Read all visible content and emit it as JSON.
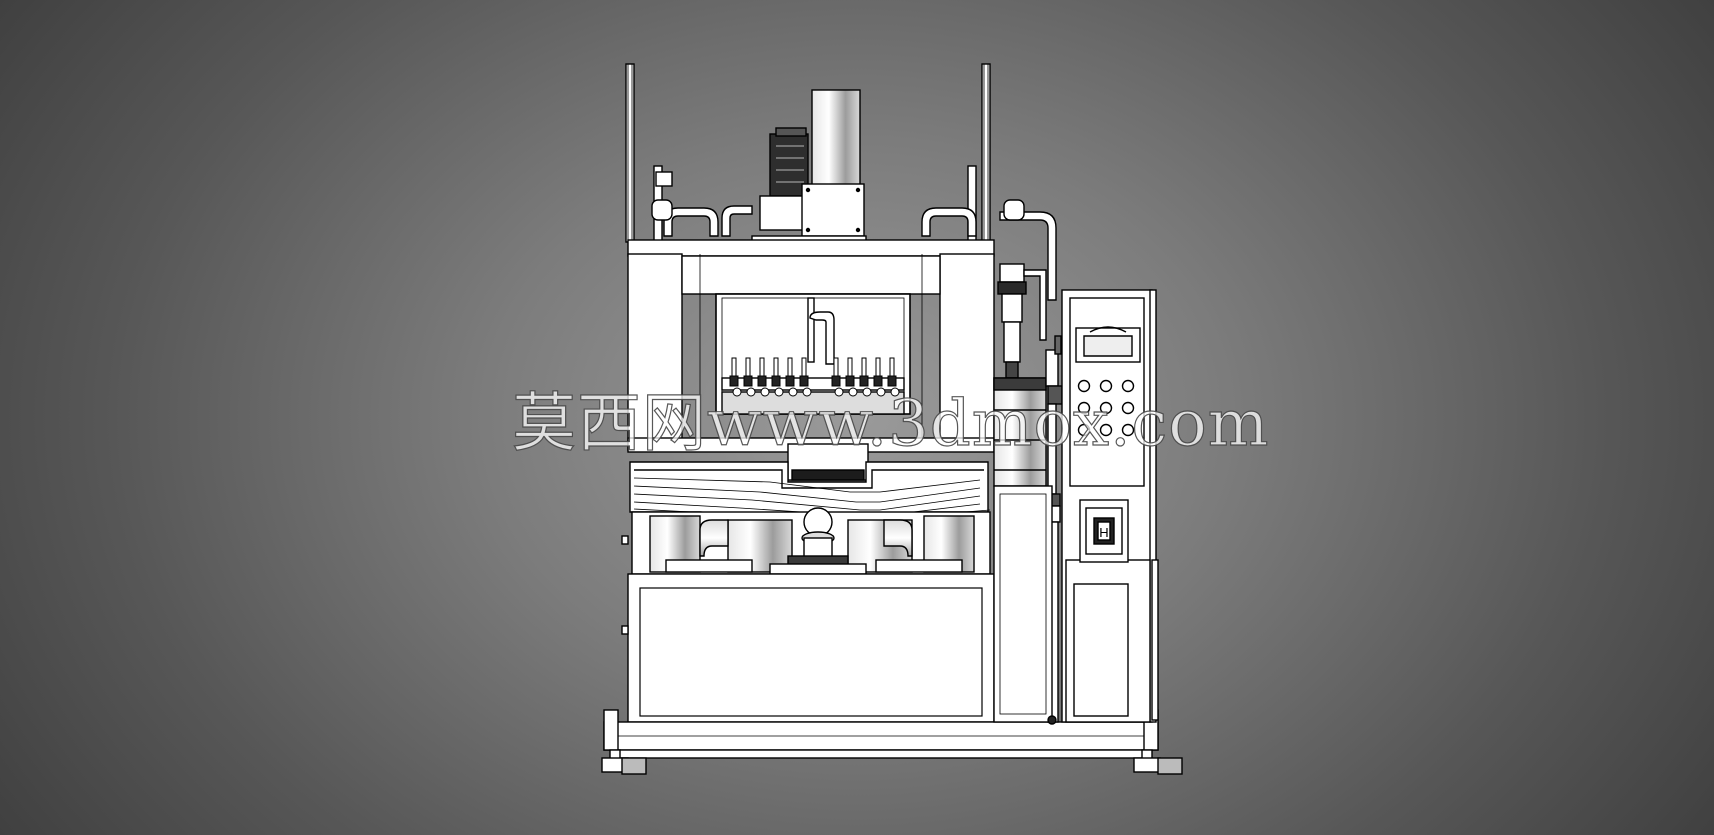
{
  "drawing": {
    "subject": "industrial machine front elevation (line drawing)",
    "line_color": "#000000",
    "fill_color": "#ffffff",
    "shade_color": "#bcbcbc",
    "background_center": "#9a9a9a",
    "background_edge": "#3d3d3d"
  },
  "watermark": {
    "text": "莫西网www.3dmox.com",
    "color": "#ffffff"
  },
  "control_panel": {
    "switch_label": "H",
    "button_count": 9
  }
}
